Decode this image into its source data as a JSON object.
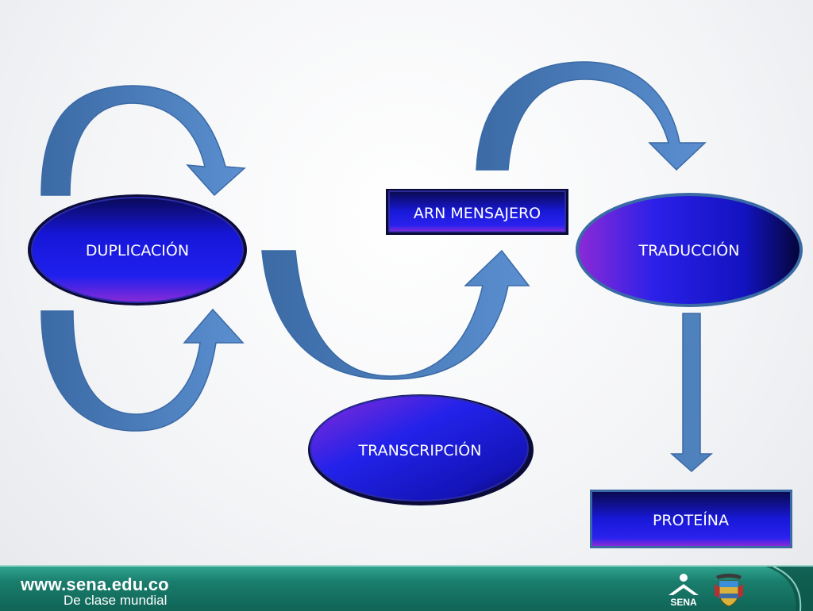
{
  "nodes": {
    "duplicacion": "DUPLICACIÓN",
    "arn_mensajero": "ARN MENSAJERO",
    "traduccion": "TRADUCCIÓN",
    "transcripcion": "TRANSCRIPCIÓN",
    "proteina": "PROTEÍNA"
  },
  "footer": {
    "url": "www.sena.edu.co",
    "slogan": "De clase mundial",
    "logo_text": "SENA"
  },
  "colors": {
    "arrow": "#4f81bd",
    "arrow_dark": "#375f93",
    "node_blue": "#1a1ae0",
    "node_purple": "#7a22d8",
    "footer_green": "#1a7d6c"
  }
}
